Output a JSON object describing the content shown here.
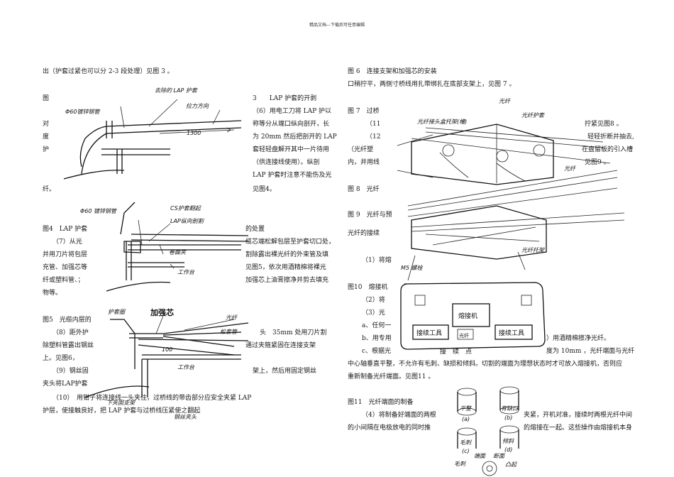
{
  "header": "精品文档---下载后可任意编辑",
  "left": {
    "l1": "出（护套过紧也可以分 2-3 段处理）见图 3 。",
    "fig3_caption": "图",
    "l2": "对",
    "l3": "度",
    "l4": "护",
    "s3_title": "3　　LAP 护套的开剥",
    "s3_p1": "（6）用电工刀将 LAP 护以",
    "s3_p2": "称等分从端口纵向剖开，长",
    "s3_p3": "为 20mm 然后把剖开的 LAP",
    "s3_p4": "套轻轻盘解开其中一片待用",
    "s3_p5": "（供连接线使用）。纵剖",
    "s3_p6": "LAP 护套时注意不能伤及光",
    "s3_p7": "见图4。",
    "l5": "纤。",
    "fig4_caption": "图4　LAP 护套",
    "fig4_right": "的处置",
    "p7a": "（7）从光",
    "p7b": "缆芯端松解包层至护套切口处，",
    "p7c": "并用刀片将包层",
    "p7d": "割除露出裸光纤的外束管及填",
    "p7e": "充管、加强芯等",
    "p7f": "见图5，依次用酒精棉将裸光",
    "p7g": "纤或塑料管、；",
    "p7h": "加强芯上油膏擦净并剪去填充",
    "p7i": "物等。",
    "fig5_caption": "图5　光缆内层的",
    "p8a": "（8）距外护",
    "p8b": "头　35mm 处用刀片割",
    "p8c": "除塑料管露出钢丝",
    "p8d": "通过夹箍紧固在连接支架",
    "p8e": "上。见图6，",
    "p9a": "（9）钢丝固",
    "p9b": "架上，然后用固定钢丝",
    "p9c": "夹头将LAP护套",
    "p10a": "（10）　用钳子将连接线一头夹住，过桥线的带齿部分应安全夹紧 LAP",
    "p10b": "护层，使接触良好，把 LAP 护套与过桥线压紧使之翻起"
  },
  "right": {
    "fig6_caption": "图 6　连接支架和加强芯的安装",
    "r1": "口稍拧平，两侧寸桥线用扎带绑扎在底部支架上，见图 7 。",
    "fig7_caption": "图 7　过桥",
    "r2a": "（11",
    "r2b": "拧紧见图8 。",
    "r3a": "（12",
    "r3b": "轻轻折断并抽去,",
    "r4a": "（光纤塑",
    "r4b": "在盘留板的引入槽",
    "r5a": "内，并用线",
    "r5b": "见图9 。",
    "fig8_caption": "图 8　光纤",
    "fig9_caption": "图 9　光纤与预",
    "r6": "光纤的接续",
    "r7": "（1）将熔",
    "fig10_caption": "图10　熔接机",
    "r8": "（2）将",
    "r9": "（3）光",
    "r10": "a、任何一",
    "r11a": "b、用专用",
    "r11b": "）用酒精棉擦净光纤。",
    "r12a": "c、根据光",
    "r12b": "度为 10mm ，光纤端面与光纤",
    "r13": "中心轴垂直平整，不允许有毛刺、缺损和倾斜。切割的端面为理想状态时才可放入熔接机，否则应",
    "r14": "重新制备光纤端面。见图11 。",
    "fig11_caption": "图11　光纤端面的制备",
    "r15a": "（4）将制备好端面的两根",
    "r15b": "夹紧，开机对准，接续时两根光纤中间",
    "r16a": "的小间隔在电极放电的同时推",
    "r16b": "的熔接在一起。这些操作由熔接机本身"
  },
  "figure_labels": {
    "fig3_clamp": "Φ60镀锌钢管",
    "fig3_lap": "去除的 LAP 护套",
    "fig3_pull": "拉力方向",
    "fig3_dim": "1300",
    "fig4_clamp": "Φ60 镀锌钢管",
    "fig4_cs": "CS护套翻起",
    "fig4_lap": "LAP纵向剖割",
    "fig4_clip": "卷曲夹",
    "fig4_tool": "工作台",
    "fig5_clip": "护套圈",
    "fig5_core": "加强芯",
    "fig5_fiber": "光纤",
    "fig5_bundle": "松套管",
    "fig5_tool": "工作台",
    "fig5_dim": "100",
    "fig5_frame": "下夹固支架",
    "fig5_frame2": "钢丝夹头",
    "fig7_top": "光纤",
    "fig7_cable": "光纤护套",
    "fig7_clamp": "光纤接头盒托架(槽)",
    "fig7_right": "光纤",
    "fig7_bottom": "光纤托架",
    "fig7_m5": "M5 螺栓",
    "fig10_center": "熔接机",
    "fig10_left": "接续工具",
    "fig10_right": "接续工具",
    "fig10_small": "光纤",
    "fig10_bottom": "接　续　点",
    "fig11_a": "(a)",
    "fig11_b": "(b)",
    "fig11_c": "(c)",
    "fig11_d": "(d)",
    "fig11_good": "平整",
    "fig11_bad": "有缺口",
    "fig11_c_l": "毛刺",
    "fig11_d_l": "倾斜",
    "fig11_top": "端面",
    "fig11_bot": "断面",
    "fig11_side": "毛刺",
    "fig11_side2": "凸起"
  }
}
